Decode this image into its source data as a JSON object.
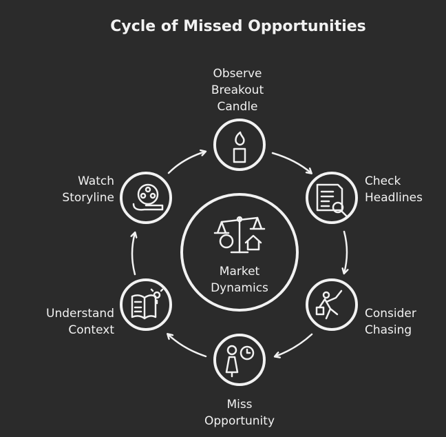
{
  "title": "Cycle of Missed Opportunities",
  "center": {
    "line1": "Market",
    "line2": "Dynamics",
    "icon": "scale-icon"
  },
  "nodes": [
    {
      "line1": "Observe",
      "line2": "Breakout",
      "line3": "Candle",
      "icon": "candle-flame-icon"
    },
    {
      "line1": "Check",
      "line2": "Headlines",
      "icon": "document-search-icon"
    },
    {
      "line1": "Consider",
      "line2": "Chasing",
      "icon": "running-person-icon"
    },
    {
      "line1": "Miss",
      "line2": "Opportunity",
      "icon": "person-clock-icon"
    },
    {
      "line1": "Understand",
      "line2": "Context",
      "icon": "book-lightbulb-icon"
    },
    {
      "line1": "Watch",
      "line2": "Storyline",
      "icon": "film-reel-icon"
    }
  ],
  "colors": {
    "background": "#2b2b2b",
    "stroke": "#f2f2f2"
  }
}
